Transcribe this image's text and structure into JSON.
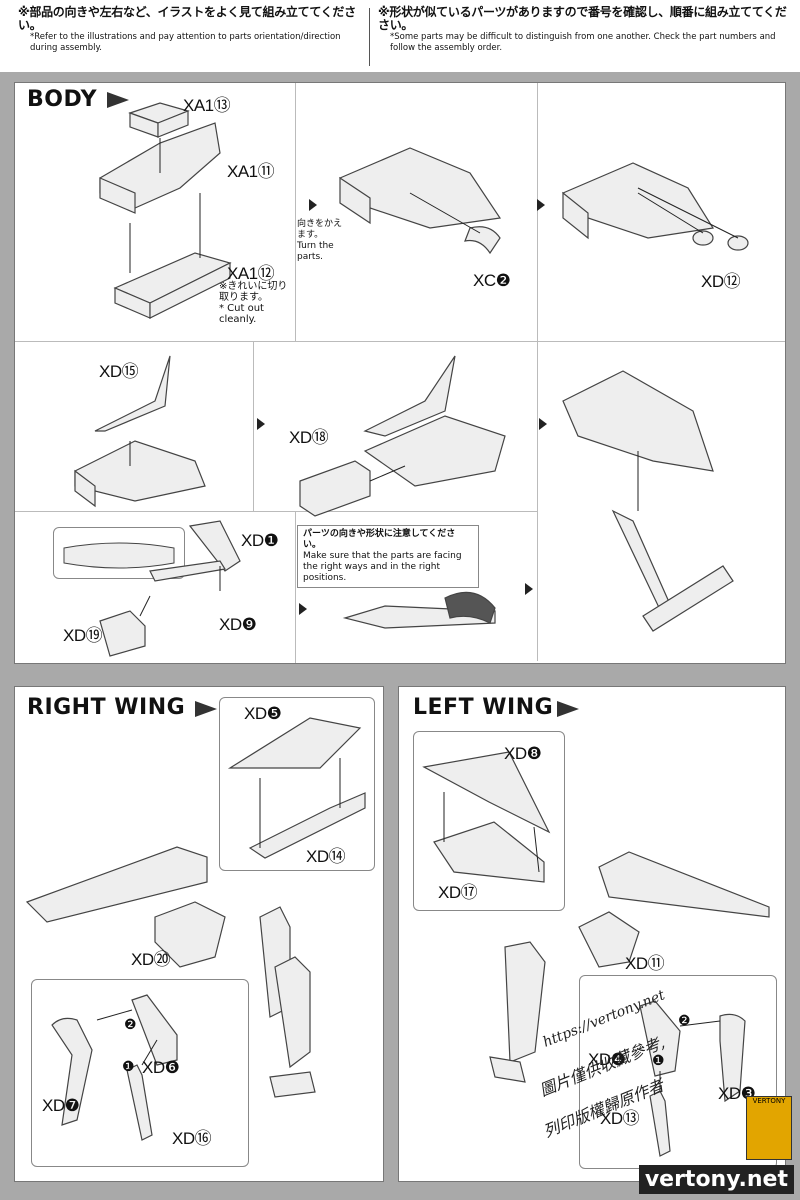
{
  "header": {
    "left": {
      "jp": "※部品の向きや左右など、イラストをよく見て組み立ててください。",
      "en": "*Refer to the illustrations and pay attention to parts orientation/direction during assembly."
    },
    "right": {
      "jp": "※形状が似ているパーツがありますので番号を確認し、順番に組み立ててください。",
      "en": "*Some parts may be difficult to distinguish from one another. Check the part numbers and follow the assembly order."
    }
  },
  "sections": {
    "body": "BODY",
    "right_wing": "RIGHT WING",
    "left_wing": "LEFT WING"
  },
  "body_parts": {
    "xa1_13": "XA1⑬",
    "xa1_11": "XA1⑪",
    "xa1_12": "XA1⑫",
    "cut_note_jp": "※きれいに切り取ります。",
    "cut_note_en": "* Cut out cleanly.",
    "turn_jp": "向きをかえます。",
    "turn_en": "Turn the parts.",
    "xc_2": "XC❷",
    "xd_12": "XD⑫",
    "xd_15": "XD⑮",
    "xd_18": "XD⑱",
    "xd_1": "XD❶",
    "xd_19": "XD⑲",
    "xd_9": "XD❾",
    "caution_jp": "パーツの向きや形状に注意してください。",
    "caution_en": "Make sure that the parts are facing the right ways and in the right positions."
  },
  "right_wing_parts": {
    "xd_5": "XD❺",
    "xd_14": "XD⑭",
    "xd_20": "XD⑳",
    "xd_7": "XD❼",
    "xd_6": "XD❻",
    "xd_16": "XD⑯",
    "step_1": "❶",
    "step_2": "❷"
  },
  "left_wing_parts": {
    "xd_8": "XD❽",
    "xd_17": "XD⑰",
    "xd_11": "XD⑪",
    "xd_4": "XD❹",
    "xd_13": "XD⑬",
    "xd_3": "XD❸",
    "step_1": "❶",
    "step_2": "❷"
  },
  "watermark": {
    "url": "https://vertony.net",
    "cn_1": "圖片僅供收藏參考,",
    "cn_2": "列印版權歸原作者",
    "brand": "vertony.net",
    "badge": "VERTONY"
  }
}
